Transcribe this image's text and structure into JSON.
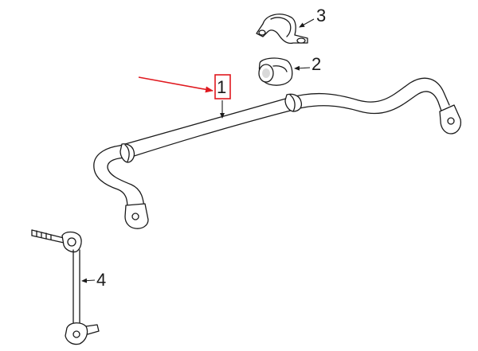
{
  "callouts": {
    "bar": "1",
    "bushing": "2",
    "bracket": "3",
    "link": "4"
  },
  "colors": {
    "line": "#1a1a1a",
    "highlight": "#e0191f",
    "background": "#ffffff"
  }
}
